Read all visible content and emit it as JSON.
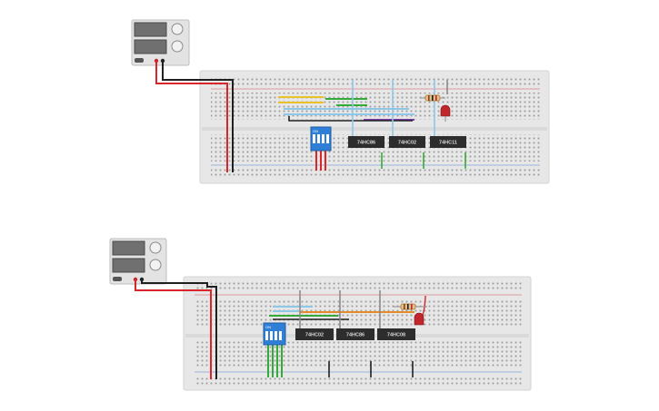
{
  "circuits": [
    {
      "id": "top",
      "switch": {
        "label": "ON",
        "positions": [
          "1",
          "2",
          "3",
          "4"
        ]
      },
      "chips": [
        "74HC86",
        "74HC02",
        "74HC11"
      ],
      "led_color": "#c0262b",
      "resistor": true
    },
    {
      "id": "bottom",
      "switch": {
        "label": "ON",
        "positions": [
          "1",
          "2",
          "3",
          "4"
        ]
      },
      "chips": [
        "74HC02",
        "74HC86",
        "74HC08"
      ],
      "led_color": "#c0262b",
      "resistor": true
    }
  ],
  "colors": {
    "breadboard": "#e7e7e7",
    "chip": "#2d2d2d",
    "switch": "#2f7fd6",
    "wire_red": "#d8262b",
    "wire_black": "#202020",
    "wire_green": "#35a93a",
    "wire_blue": "#8fc7e8",
    "wire_yellow": "#e9c22b",
    "wire_orange": "#e48b2a",
    "wire_purple": "#7a3fa8",
    "wire_gray": "#8c8c8c"
  }
}
